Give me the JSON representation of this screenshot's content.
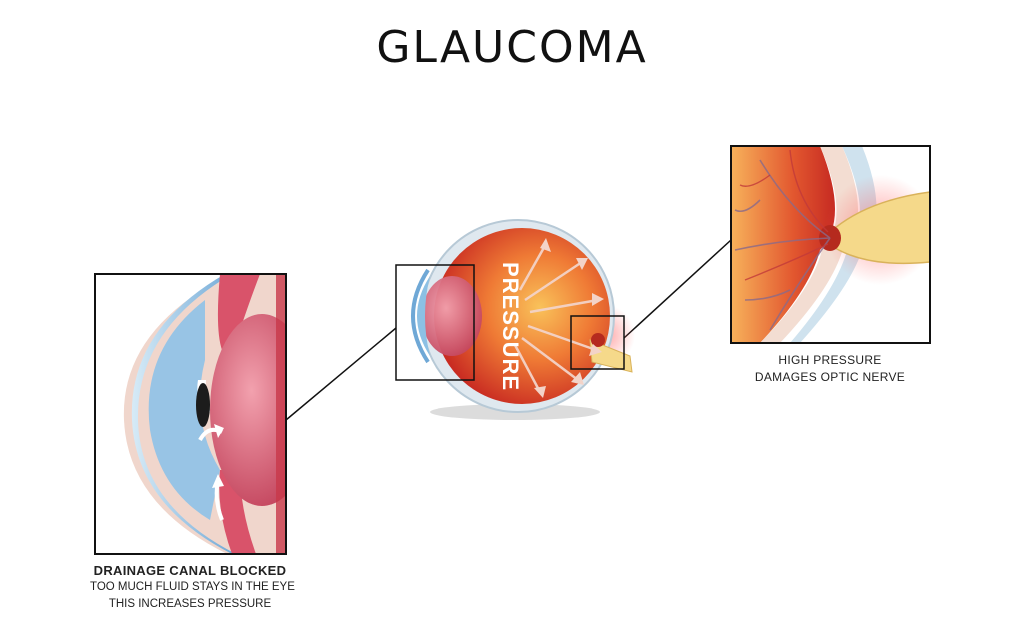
{
  "title": "GLAUCOMA",
  "eye_label": "PRESSURE",
  "left_panel": {
    "heading": "DRAINAGE CANAL BLOCKED",
    "line1": "TOO MUCH FLUID STAYS IN THE EYE",
    "line2": "THIS INCREASES PRESSURE"
  },
  "right_panel": {
    "line1": "HIGH PRESSURE",
    "line2": "DAMAGES  OPTIC NERVE"
  },
  "colors": {
    "eye_red": "#e0442c",
    "eye_orange": "#f39a3a",
    "sclera": "#f3ddd2",
    "lens_pink": "#d9536a",
    "cornea_blue": "#7cb8e0",
    "nerve_yellow": "#f5d98a",
    "box_border": "#111111"
  }
}
